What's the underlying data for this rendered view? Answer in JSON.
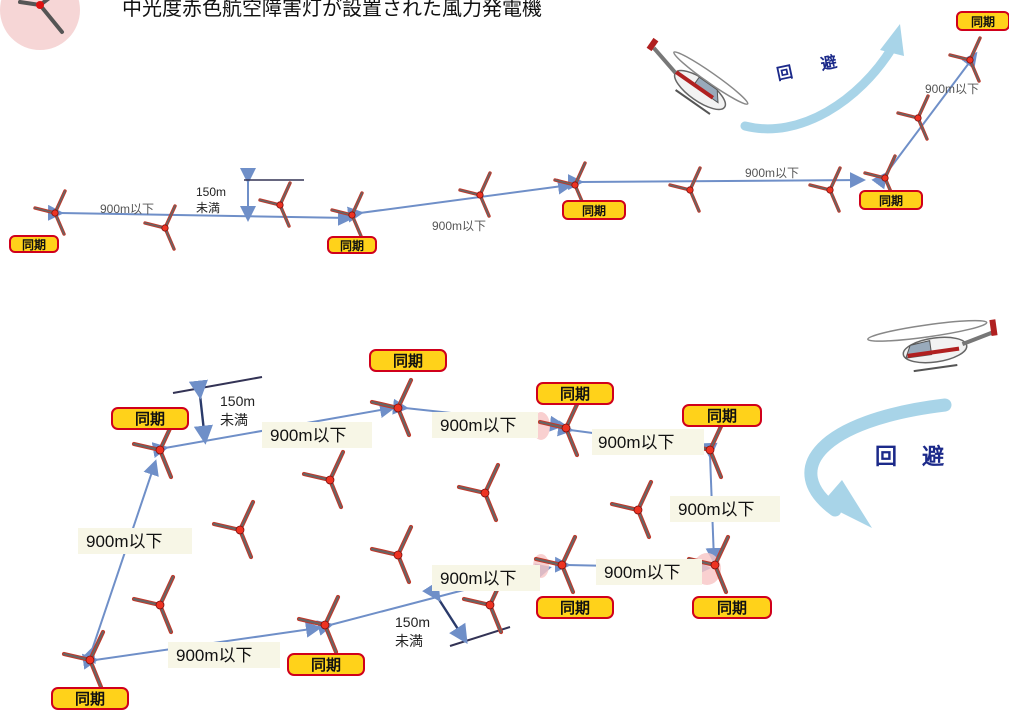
{
  "title": "中光度赤色航空障害灯が設置された風力発電機",
  "labels": {
    "sync": "同期",
    "distance": "900m以下",
    "vertical_top": "150m",
    "vertical_bottom": "未満",
    "avoid_1": "回",
    "avoid_2": "避"
  },
  "icons": [
    "wind-turbine-icon",
    "helicopter-icon",
    "avoidance-arrow-icon",
    "obstruction-light-icon"
  ],
  "colors": {
    "sync_fill": "#ffd21a",
    "sync_border": "#d0001b",
    "link": "#6f8fc8",
    "turbine_blade": "#c0392b",
    "arrow": "#a8d4e8",
    "avoid_text": "#1c2a8a"
  }
}
